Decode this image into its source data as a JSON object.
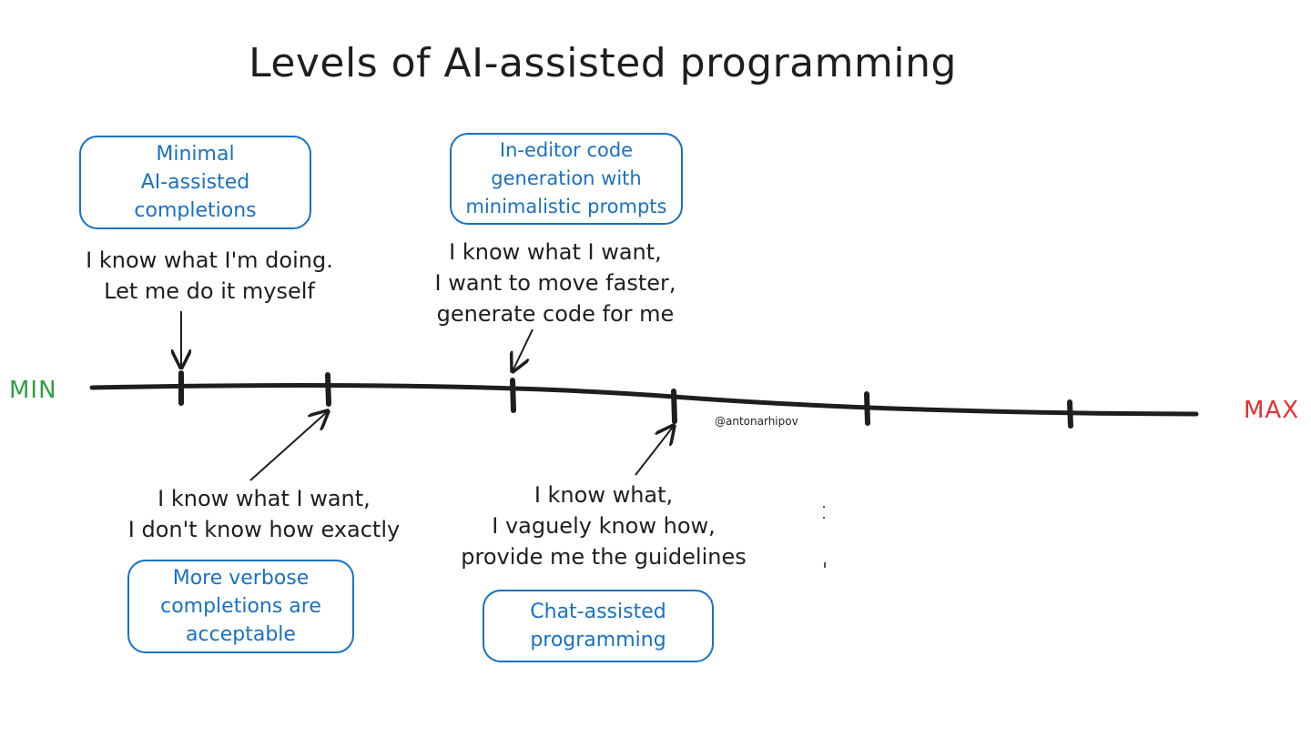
{
  "title": "Levels of AI-assisted programming",
  "scale": {
    "min_label": "MIN",
    "max_label": "MAX",
    "min_color": "#2f9e44",
    "max_color": "#e03131",
    "tick_count": 6
  },
  "levels": [
    {
      "level_name": "Minimal\nAI-assisted\ncompletions",
      "quote": "I know what I'm doing.\nLet me do it myself"
    },
    {
      "level_name": "More verbose\ncompletions are\nacceptable",
      "quote": "I know what I want,\nI don't know how exactly"
    },
    {
      "level_name": "In-editor code\ngeneration with\nminimalistic prompts",
      "quote": "I know what I want,\nI want to move faster,\ngenerate code for me"
    },
    {
      "level_name": "Chat-assisted\nprogramming",
      "quote": "I know what,\nI vaguely know how,\nprovide me the guidelines"
    }
  ],
  "author_handle": "@antonarhipov",
  "colors": {
    "box_stroke": "#1971c2",
    "ink": "#1e1e1e"
  }
}
